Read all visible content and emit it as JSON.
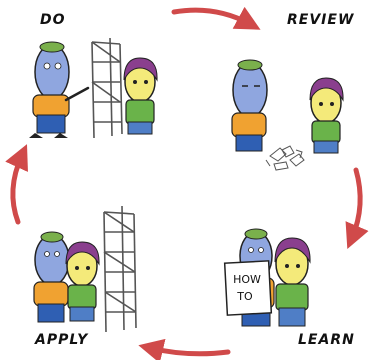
{
  "stages": [
    {
      "id": "do",
      "label": "DO"
    },
    {
      "id": "review",
      "label": "REVIEW"
    },
    {
      "id": "learn",
      "label": "LEARN"
    },
    {
      "id": "apply",
      "label": "APPLY"
    }
  ],
  "learn_sign": {
    "line1": "HOW",
    "line2": "TO"
  },
  "colors": {
    "arrow": "#d04a4a",
    "skin_blue": "#8fa6df",
    "skin_yellow": "#f4ea7a",
    "hair_green": "#7ab04c",
    "hair_purple": "#8a3f8e",
    "shirt_orange": "#f0a231",
    "pants_blue": "#2f5fb3",
    "shirt_green": "#6ab34a",
    "skirt_blue": "#4f7ec6"
  },
  "icons": [
    "cycle-arrow",
    "tower-structure",
    "cartoon-person",
    "paper-pile",
    "how-to-sign"
  ]
}
